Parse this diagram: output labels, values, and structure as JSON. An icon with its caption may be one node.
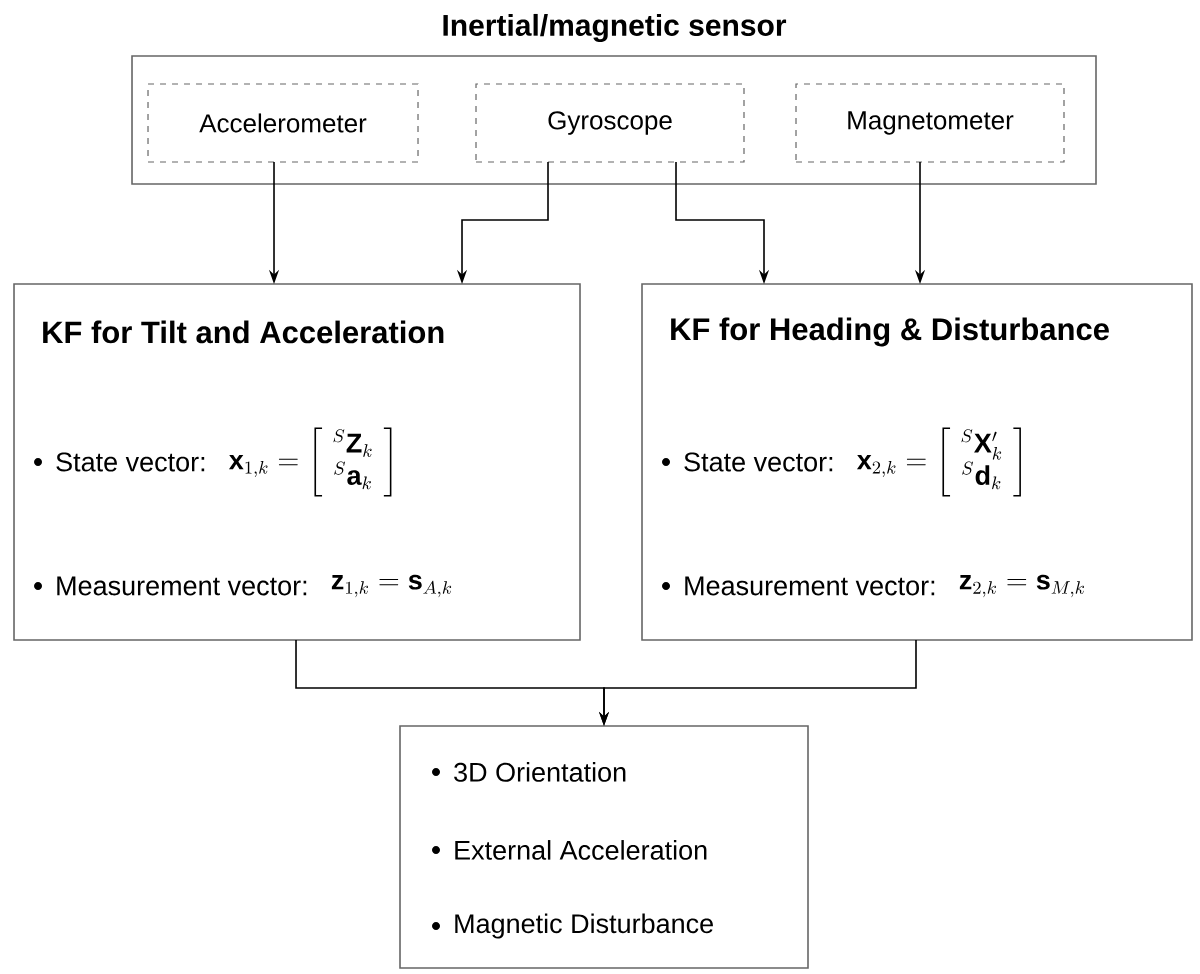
{
  "diagram": {
    "nodes": [
      {
        "text": [
          "Inertial/magnetic sensor"
        ]
      },
      {
        "text": [
          "Accelerometer"
        ],
        "in": 0
      },
      {
        "text": [
          "Gyroscope"
        ],
        "in": 0
      },
      {
        "text": [
          "Magnetometer"
        ],
        "in": 0
      },
      {
        "text": [
          "KF for Tilt and Acceleration",
          "State vector:",
          "\\mathbf{x}_{1,k}=\\left[\\begin{array}{c}{}^{S}\\mathbf{Z}_{k}\\\\ {}^{S}\\mathbf{a}_{k}\\end{array}\\right]",
          "Measurement vector:",
          "\\mathbf{z}_{1,k}=\\mathbf{s}_{A,k}"
        ]
      },
      {
        "text": [
          "KF for Heading & Disturbance",
          "State vector:",
          "\\mathbf{x}_{2,k}=\\left[\\begin{array}{c}{}^{S}\\mathbf{X}'_{k}\\\\ {}^{S}\\mathbf{d}_{k}\\end{array}\\right]",
          "Measurement vector:",
          "\\mathbf{z}_{2,k}=\\mathbf{s}_{M,k}"
        ]
      },
      {
        "text": [
          "3D Orientation",
          "External Acceleration",
          "Magnetic Disturbance"
        ]
      }
    ],
    "edges": [
      {
        "from": 1,
        "to": 4,
        "arrow": "to"
      },
      {
        "from": 2,
        "to": 4,
        "arrow": "to"
      },
      {
        "from": 2,
        "to": 5,
        "arrow": "to"
      },
      {
        "from": 3,
        "to": 5,
        "arrow": "to"
      },
      {
        "from": 4,
        "to": 6,
        "arrow": "to"
      },
      {
        "from": 5,
        "to": 6,
        "arrow": "to"
      }
    ]
  }
}
